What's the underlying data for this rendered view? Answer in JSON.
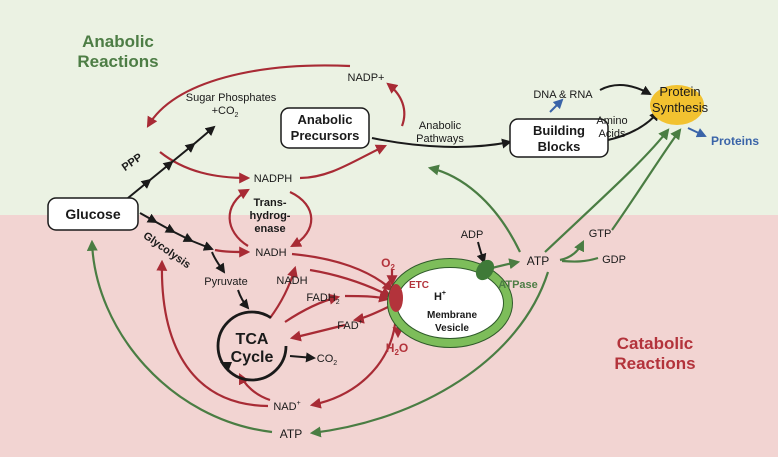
{
  "regions": {
    "anabolic_title_1": "Anabolic",
    "anabolic_title_2": "Reactions",
    "catabolic_title_1": "Catabolic",
    "catabolic_title_2": "Reactions"
  },
  "nodes": {
    "glucose": "Glucose",
    "anabolic_precursors_1": "Anabolic",
    "anabolic_precursors_2": "Precursors",
    "building_blocks_1": "Building",
    "building_blocks_2": "Blocks",
    "protein_synthesis_1": "Protein",
    "protein_synthesis_2": "Synthesis",
    "tca_1": "TCA",
    "tca_2": "Cycle",
    "membrane_vesicle_1": "Membrane",
    "membrane_vesicle_2": "Vesicle"
  },
  "labels": {
    "sugar_phosphates": "Sugar Phosphates",
    "co2_sugar": "+CO",
    "co2_sugar_sub": "2",
    "ppp": "PPP",
    "nadp_plus": "NADP+",
    "nadph": "NADPH",
    "anabolic_pathways_1": "Anabolic",
    "anabolic_pathways_2": "Pathways",
    "dna_rna": "DNA & RNA",
    "amino_acids_1": "Amino",
    "amino_acids_2": "Acids",
    "proteins": "Proteins",
    "glycolysis": "Glycolysis",
    "transhydrogenase_1": "Trans-",
    "transhydrogenase_2": "hydrog-",
    "transhydrogenase_3": "enase",
    "nadh_top": "NADH",
    "pyruvate": "Pyruvate",
    "nadh_tca": "NADH",
    "fadh2": "FADH",
    "fadh2_sub": "2",
    "fad_plus": "FAD",
    "fad_plus_sup": "+",
    "co2_tca": "CO",
    "co2_tca_sub": "2",
    "nad_plus": "NAD",
    "nad_plus_sup": "+",
    "atp_bottom": "ATP",
    "o2": "O",
    "o2_sub": "2",
    "h2o": "H",
    "h2o_sub": "2",
    "h2o_o": "O",
    "etc": "ETC",
    "h_plus": "H",
    "h_plus_sup": "+",
    "adp": "ADP",
    "atp_right": "ATP",
    "atpase": "ATPase",
    "gtp": "GTP",
    "gdp": "GDP"
  },
  "colors": {
    "anabolic_bg": "#ebf2e3",
    "catabolic_bg": "#f2d4d2",
    "green_text": "#4d7d45",
    "red_text": "#b3333b",
    "red_arrow": "#a82b35",
    "green_arrow": "#4a7d43",
    "blue_arrow": "#3a64a8",
    "black_arrow": "#1a1a1a",
    "vesicle_green": "#7dbd5a",
    "protein_yellow": "#f2c230"
  }
}
